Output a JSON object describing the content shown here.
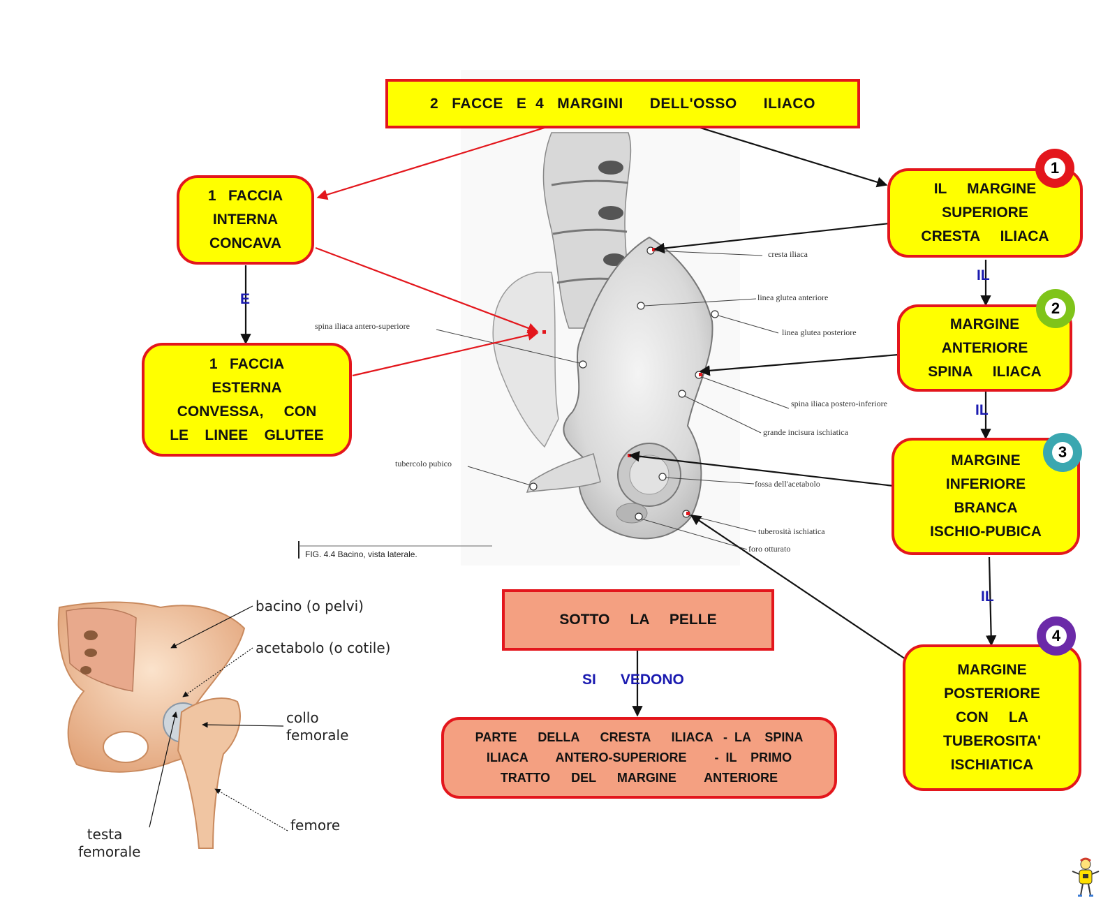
{
  "title": "2   FACCE   E  4   MARGINI      DELL'OSSO      ILIACO",
  "faccia_interna": [
    "1   FACCIA",
    "INTERNA",
    "CONCAVA"
  ],
  "connector_e": "E",
  "faccia_esterna": [
    "1   FACCIA",
    "ESTERNA",
    "CONVESSA,     CON",
    "LE    LINEE    GLUTEE"
  ],
  "margins": [
    {
      "badge": "1",
      "badge_color": "#e3161c",
      "lines": [
        "IL     MARGINE",
        "SUPERIORE",
        "CRESTA     ILIACA"
      ]
    },
    {
      "badge": "2",
      "badge_color": "#7fc41a",
      "lines": [
        "MARGINE",
        "ANTERIORE",
        "SPINA     ILIACA"
      ]
    },
    {
      "badge": "3",
      "badge_color": "#3aa7b0",
      "lines": [
        "MARGINE",
        "INFERIORE",
        "BRANCA",
        "ISCHIO-PUBICA"
      ]
    },
    {
      "badge": "4",
      "badge_color": "#6b2aa8",
      "lines": [
        "MARGINE",
        "POSTERIORE",
        "CON     LA",
        "TUBEROSITA'",
        "ISCHIATICA"
      ]
    }
  ],
  "connectors_il": [
    "IL",
    "IL",
    "IL"
  ],
  "sotto": {
    "title": "SOTTO     LA     PELLE",
    "connector": "SI      VEDONO",
    "lines": [
      "PARTE      DELLA      CRESTA      ILIACA   -  LA    SPINA",
      "ILIACA        ANTERO-SUPERIORE        -  IL    PRIMO",
      "TRATTO      DEL      MARGINE        ANTERIORE"
    ]
  },
  "annotations": {
    "cresta": "cresta iliaca",
    "linea_ant": "linea glutea anteriore",
    "linea_post": "linea glutea posteriore",
    "spina_as": "spina iliaca antero-superiore",
    "spina_pi": "spina iliaca postero-inferiore",
    "incisura": "grande incisura ischiatica",
    "tubercolo": "tubercolo pubico",
    "fossa": "fossa dell'acetabolo",
    "tuberosita": "tuberosità ischiatica",
    "foro": "foro otturato"
  },
  "figure_caption": "FIG. 4.4 Bacino, vista laterale.",
  "hip_labels": {
    "bacino": "bacino (o pelvi)",
    "acetabolo": "acetabolo (o cotile)",
    "collo": "collo\nfemorale",
    "femore": "femore",
    "testa": "  testa\nfemorale"
  },
  "colors": {
    "box_yellow": "#ffff00",
    "border_red": "#e3161c",
    "box_salmon": "#f4a081",
    "connector_blue": "#1a1ab0"
  }
}
